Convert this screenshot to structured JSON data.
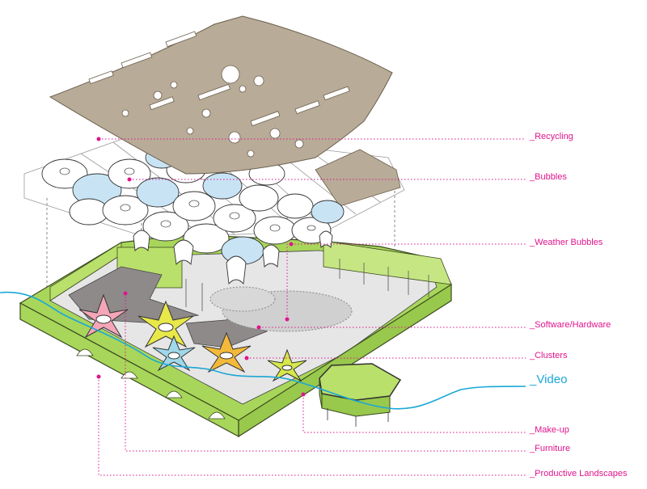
{
  "labels": {
    "recycling": "_Recycling",
    "bubbles": "_Bubbles",
    "weather_bubbles": "_Weather Bubbles",
    "software_hardware": "_Software/Hardware",
    "clusters": "_Clusters",
    "video": "_Video",
    "makeup": "_Make-up",
    "furniture": "_Furniture",
    "productive_landscapes": "_Productive Landscapes"
  },
  "colors": {
    "leader_line": "#e0148c",
    "video_line": "#1aa7d6",
    "roof": "#b8ab98",
    "green_wall": "#a8d65a",
    "floor_dark": "#8e8a8a",
    "floor_light": "#d8d8d8",
    "cluster_pink": "#f4a6b8",
    "cluster_yellow": "#e8e84a",
    "cluster_cyan": "#9fd8ea",
    "cluster_orange": "#f4b93a",
    "cluster_lime": "#d6e84a",
    "bubble_fill": "#ffffff",
    "bubble_tint": "#c8e4f4"
  }
}
